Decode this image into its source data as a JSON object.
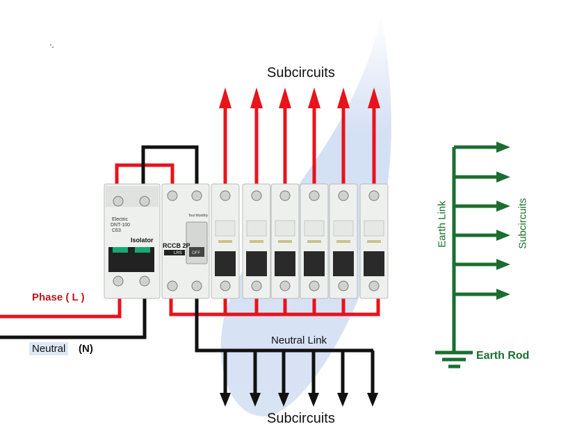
{
  "labels": {
    "subcircuits_top": "Subcircuits",
    "subcircuits_bottom": "Subcircuits",
    "neutral_link": "Neutral Link",
    "phase": "Phase ( L )",
    "neutral": "Neutral",
    "neutral_symbol": "(N)",
    "earth_link": "Earth Link",
    "earth_subcircuits": "Subcircuits",
    "earth_rod": "Earth Rod",
    "corner_mark": "'-"
  },
  "isolator": {
    "brand": "Electric",
    "model": "DNT-100",
    "rating": "C63",
    "label": "Isolator"
  },
  "rccb": {
    "label": "RCCB 2P",
    "test_button": "Test Monthly",
    "rating_badge": "LRS",
    "state": "OFF"
  },
  "mcb": {
    "count": 6
  },
  "colors": {
    "phase": "#e8131b",
    "neutral": "#111111",
    "earth": "#1b6e2f",
    "glow": "#cfdcf2",
    "breaker_body": "#eef0ee",
    "switch_dark": "#2a2a2a",
    "handle_green": "#18a874"
  }
}
